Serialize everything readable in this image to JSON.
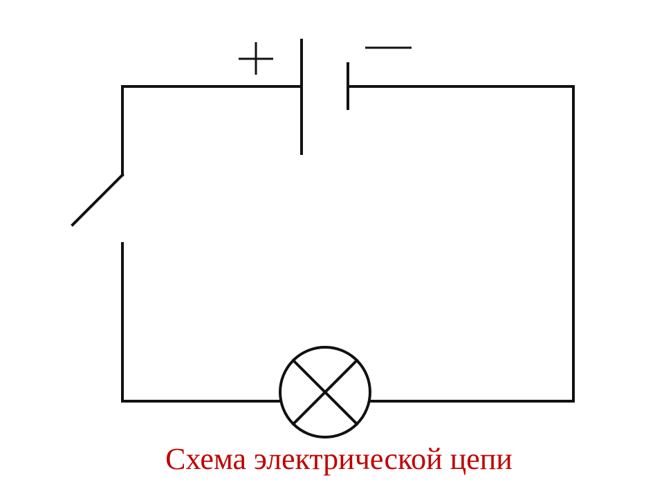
{
  "caption": "Схема электрической цепи",
  "colors": {
    "line": "#111111",
    "caption": "#c00000",
    "background": "#ffffff"
  },
  "components": {
    "battery": {
      "polarity_left": "+",
      "polarity_right": "−"
    },
    "switch": {
      "state": "open"
    },
    "lamp": {
      "symbol": "circle-with-cross"
    }
  }
}
